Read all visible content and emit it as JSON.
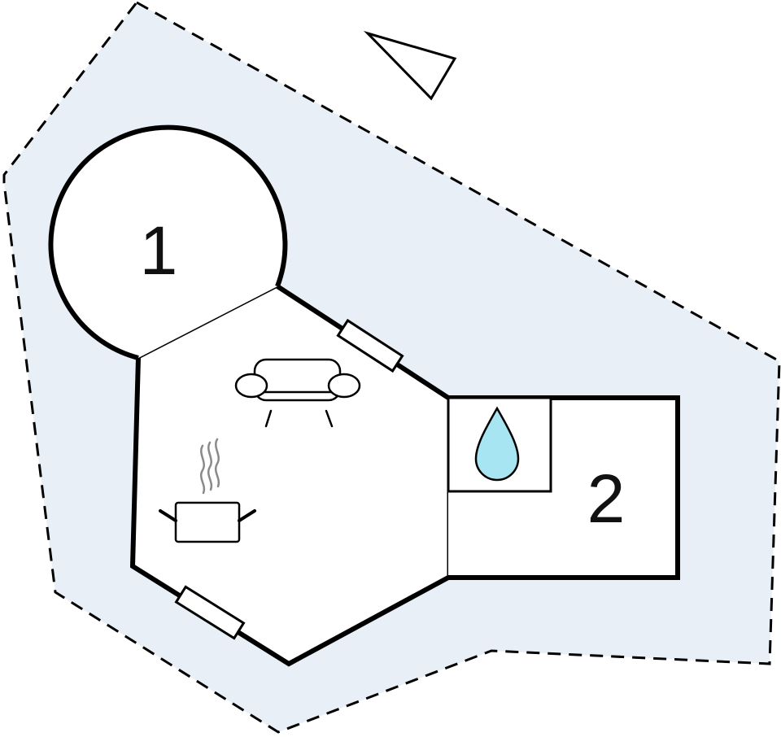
{
  "diagram": {
    "rooms": [
      {
        "id": "room-1",
        "label": "1"
      },
      {
        "id": "room-2",
        "label": "2"
      }
    ],
    "icons": [
      {
        "name": "sofa-icon",
        "room": "main-living-area"
      },
      {
        "name": "cooking-pot-icon",
        "room": "main-living-area"
      },
      {
        "name": "water-drop-icon",
        "room": "bathroom"
      },
      {
        "name": "north-arrow-icon"
      }
    ],
    "windows": 2,
    "colors": {
      "plot": "#e9eff6",
      "walls": "#000000",
      "water": "#a6e5f1",
      "steam": "#8a8a8a"
    }
  }
}
